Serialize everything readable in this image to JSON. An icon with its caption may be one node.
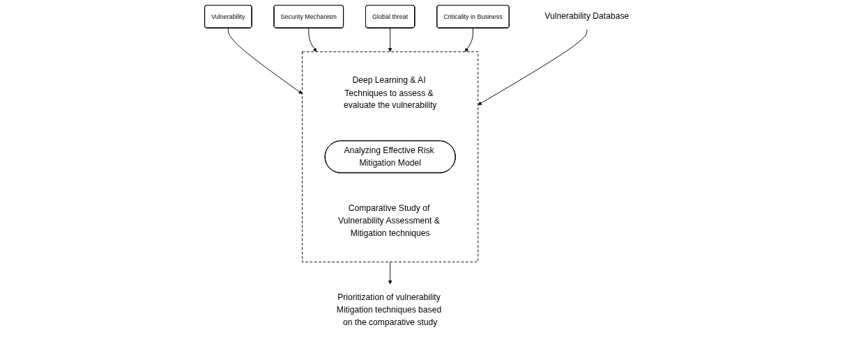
{
  "diagram": {
    "nodes": [
      {
        "text": [
          "Vulnerability"
        ]
      },
      {
        "text": [
          "Security Mechanism"
        ]
      },
      {
        "text": [
          "Global threat"
        ]
      },
      {
        "text": [
          "Criticality in Business"
        ]
      },
      {
        "text": [],
        "shape": "box"
      },
      {
        "text": [
          "Deep Learning & AI Techniques to assess & evaluate the vulnerability"
        ],
        "in": 4
      },
      {
        "text": [
          "Analyzing Effective Risk Mitigation Model"
        ],
        "in": 4
      },
      {
        "text": [
          "Comparative Study of Vulnerability Assessment & Mitigation techniques"
        ],
        "in": 4
      },
      {
        "text": [
          "Vulnerability Database"
        ]
      },
      {
        "text": [
          "Prioritization of vulnerability Mitigation techniques based on the comparative study"
        ]
      }
    ],
    "edges": [
      {
        "from": 0,
        "to": 4,
        "arrow": "to"
      },
      {
        "from": 1,
        "to": 4,
        "arrow": "to"
      },
      {
        "from": 2,
        "to": 4,
        "arrow": "to"
      },
      {
        "from": 3,
        "to": 4,
        "arrow": "to"
      },
      {
        "from": 8,
        "to": 4,
        "arrow": "to"
      },
      {
        "from": 4,
        "to": 9,
        "arrow": "to"
      }
    ]
  }
}
